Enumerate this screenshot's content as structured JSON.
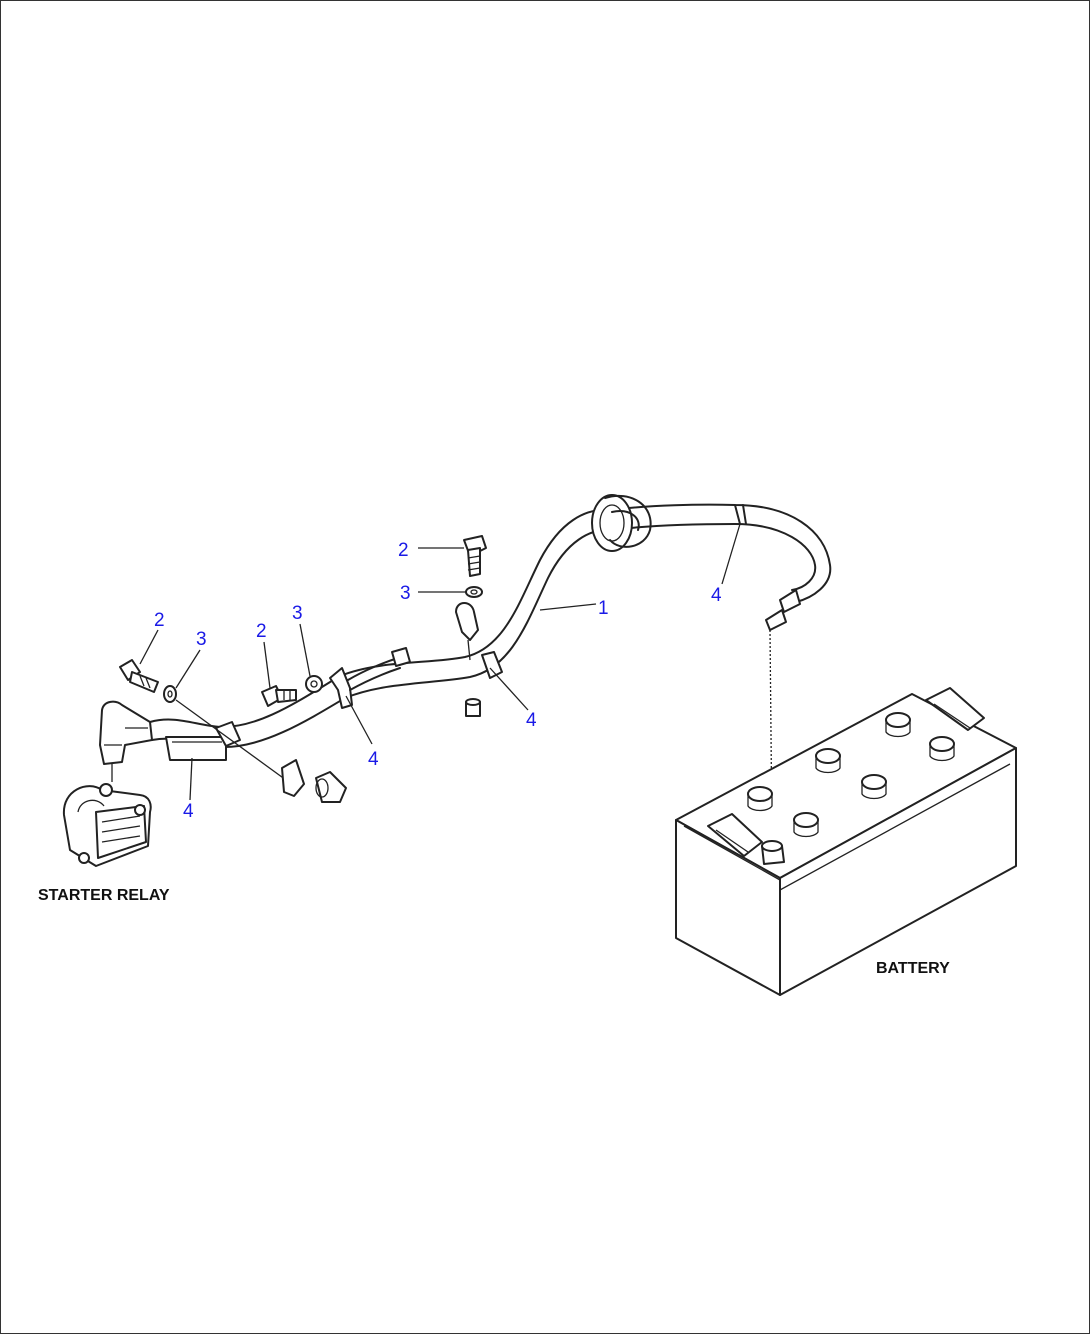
{
  "labels": {
    "starter_relay": "STARTER RELAY",
    "battery": "BATTERY"
  },
  "callouts": [
    {
      "id": "c1",
      "text": "1"
    },
    {
      "id": "c2a",
      "text": "2"
    },
    {
      "id": "c2b",
      "text": "2"
    },
    {
      "id": "c2c",
      "text": "2"
    },
    {
      "id": "c3a",
      "text": "3"
    },
    {
      "id": "c3b",
      "text": "3"
    },
    {
      "id": "c3c",
      "text": "3"
    },
    {
      "id": "c4a",
      "text": "4"
    },
    {
      "id": "c4b",
      "text": "4"
    },
    {
      "id": "c4c",
      "text": "4"
    },
    {
      "id": "c4d",
      "text": "4"
    }
  ],
  "colors": {
    "callout": "#1a1ae6",
    "line": "#222222"
  }
}
